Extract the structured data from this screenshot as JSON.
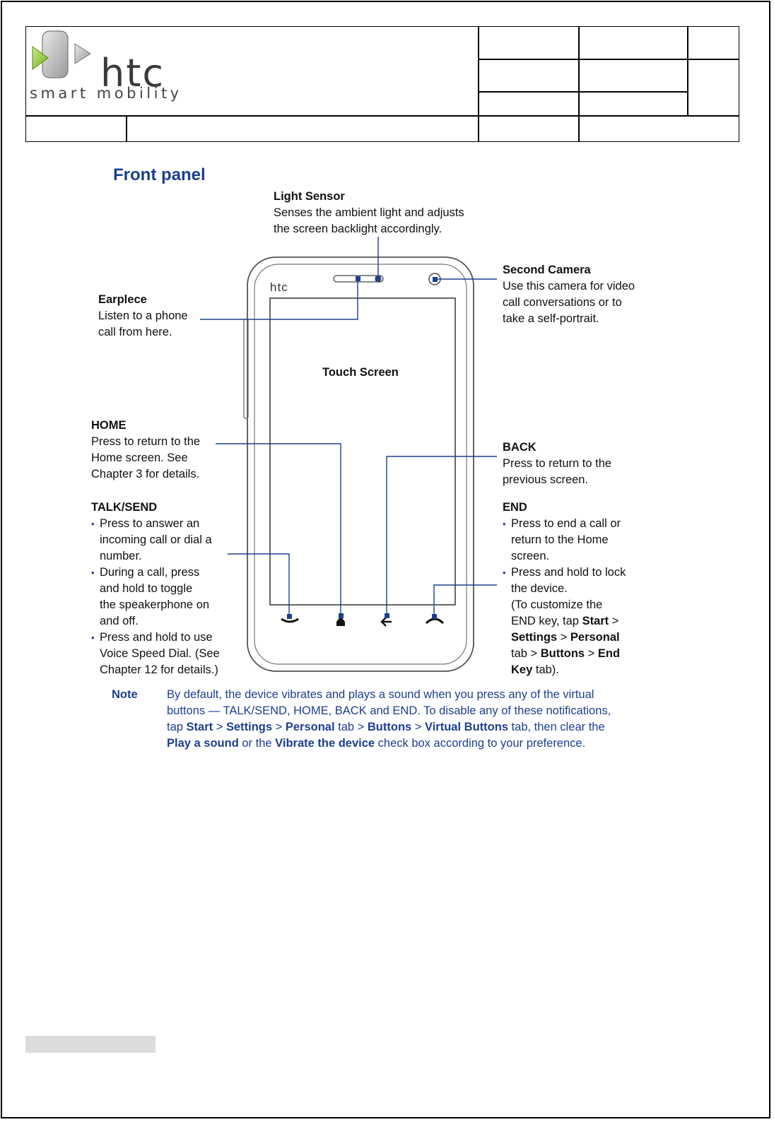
{
  "header": {
    "logo_wordmark": "htc",
    "logo_tagline": "smart mobility"
  },
  "page": {
    "section_title": "Front panel",
    "screen_label": "Touch Screen",
    "phone_brand": "htc"
  },
  "callouts": {
    "light_sensor": {
      "title": "Light Sensor",
      "body": [
        "Senses the ambient light and adjusts",
        "the screen backlight accordingly."
      ]
    },
    "second_camera": {
      "title": "Second Camera",
      "body": [
        "Use this camera for video",
        "call conversations or to",
        "take a self-portrait."
      ]
    },
    "earpiece": {
      "title": "Earplece",
      "body": [
        "Listen to a phone",
        "call from here."
      ]
    },
    "home": {
      "title": "HOME",
      "body": [
        "Press to return to the",
        "Home screen. See",
        "Chapter 3 for details."
      ]
    },
    "back": {
      "title": "BACK",
      "body": [
        "Press to return to the",
        "previous screen."
      ]
    },
    "talk_send": {
      "title": "TALK/SEND",
      "items": [
        [
          "Press to answer an",
          "incoming call or dial a",
          "number."
        ],
        [
          "During a call, press",
          "and hold to toggle",
          "the speakerphone on",
          "and off."
        ],
        [
          "Press and hold to use",
          "Voice Speed Dial. (See",
          "Chapter 12 for details.)"
        ]
      ]
    },
    "end": {
      "title": "END",
      "item1": [
        "Press to end a call or",
        "return to the Home",
        "screen."
      ],
      "item2_l1": "Press and hold to lock",
      "item2_l2": "the device.",
      "item2_l3": "(To customize the",
      "item2_l4a": "END key, tap ",
      "item2_l4b": "Start",
      "item2_l4c": " >",
      "item2_l5a": "Settings",
      "item2_l5b": " > ",
      "item2_l5c": "Personal",
      "item2_l6a": "tab > ",
      "item2_l6b": "Buttons",
      "item2_l6c": " > ",
      "item2_l6d": "End",
      "item2_l7a": "Key",
      "item2_l7b": " tab)."
    }
  },
  "note": {
    "label": "Note",
    "l1": "By default, the device vibrates and plays a sound when you press any of the virtual",
    "l2": "buttons — TALK/SEND, HOME, BACK and END. To disable any of these notifications,",
    "l3a": "tap ",
    "l3b": "Start",
    "l3c": " > ",
    "l3d": "Settings",
    "l3e": " > ",
    "l3f": "Personal",
    "l3g": " tab > ",
    "l3h": "Buttons",
    "l3i": " > ",
    "l3j": "Virtual Buttons",
    "l3k": " tab, then clear the",
    "l4a": "Play a sound",
    "l4b": " or the ",
    "l4c": "Vibrate the device",
    "l4d": " check box according to your preference."
  },
  "colors": {
    "accent": "#1d3f8e",
    "leader": "#1d3f8e"
  }
}
